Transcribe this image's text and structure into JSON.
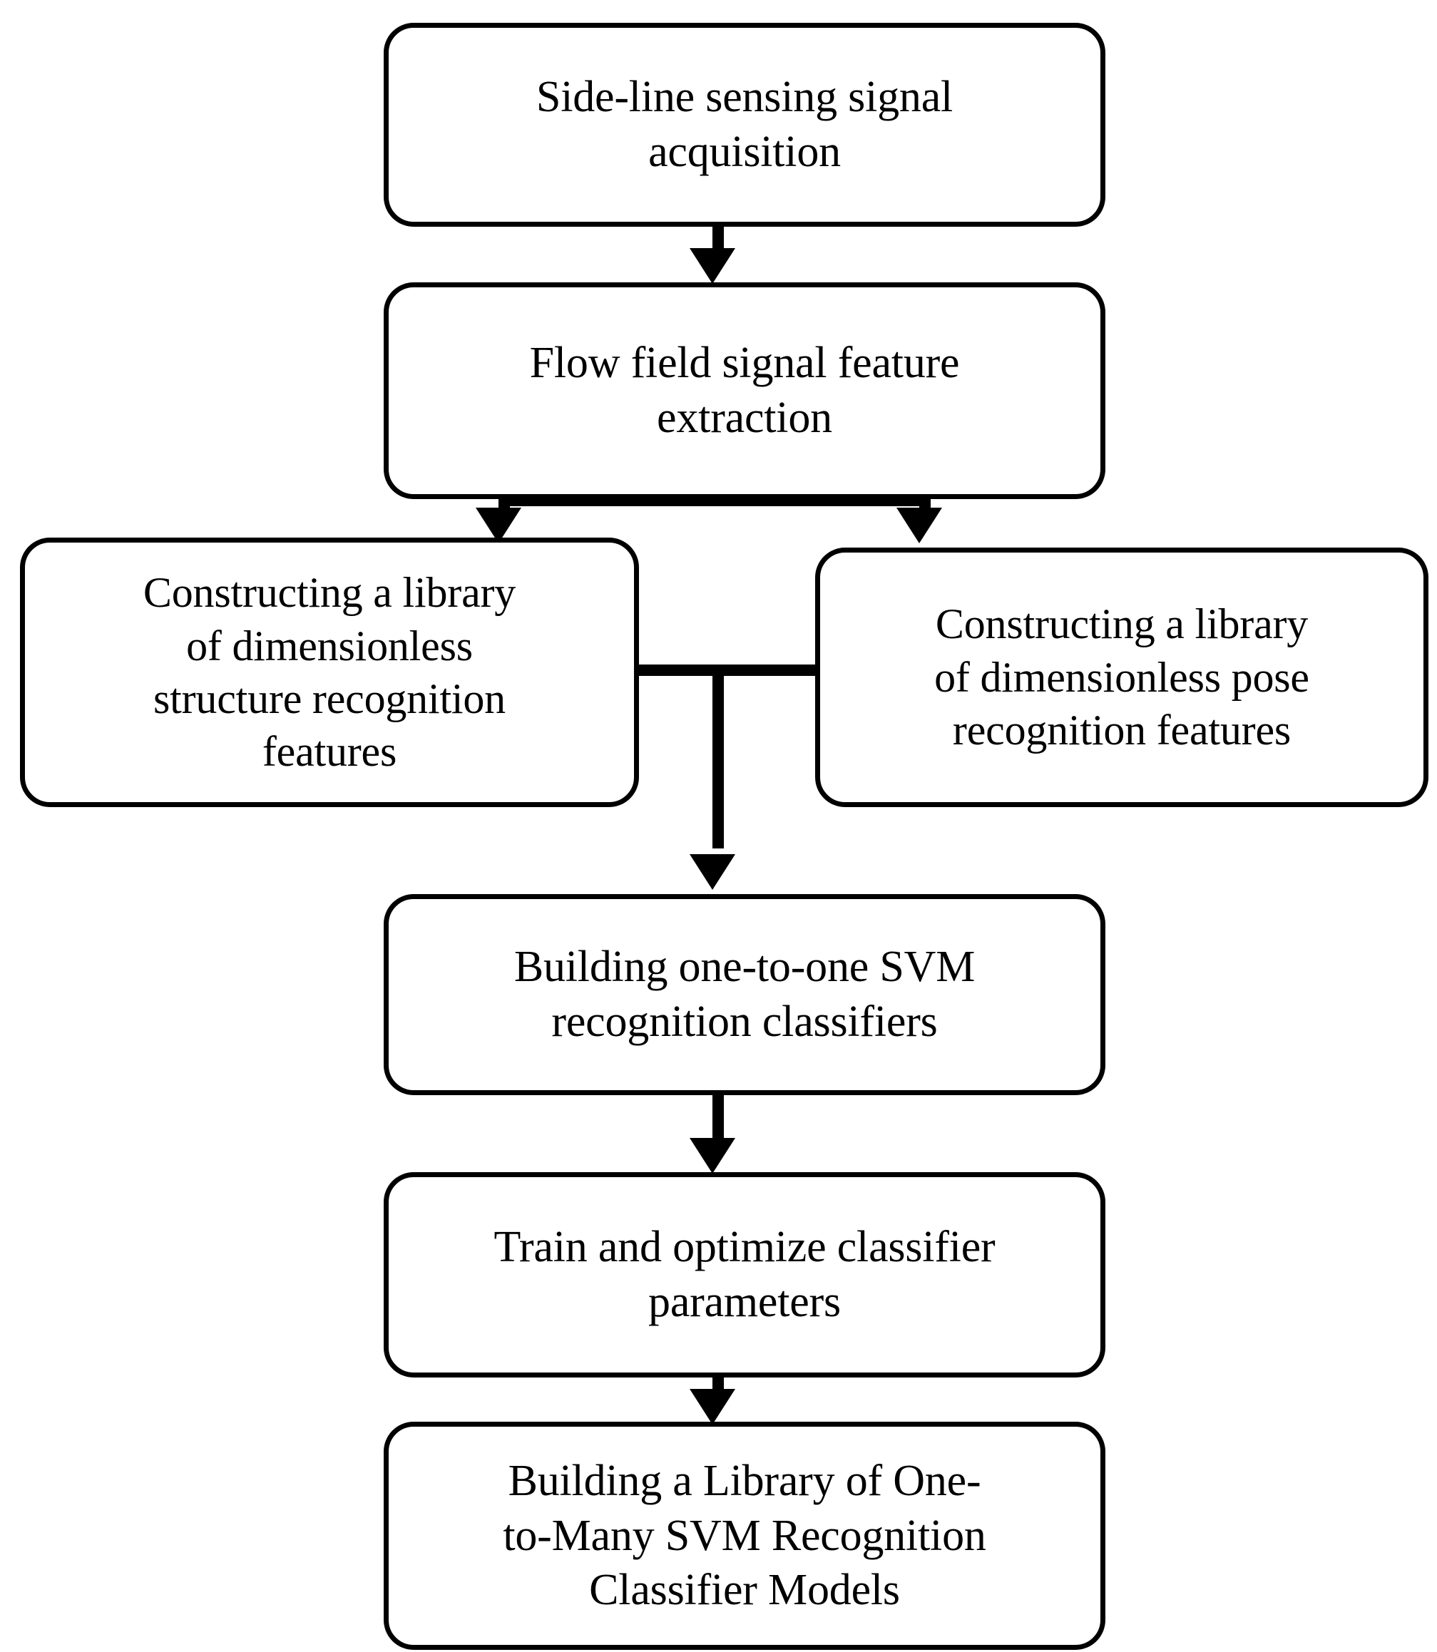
{
  "diagram": {
    "type": "flowchart",
    "orientation": "top-to-bottom",
    "background_color": "#ffffff",
    "stroke_color": "#000000",
    "text_color": "#000000",
    "nodes": [
      {
        "id": "acquisition",
        "label": "Side-line sensing signal\nacquisition",
        "shape": "rounded-rectangle"
      },
      {
        "id": "extraction",
        "label": "Flow field signal feature\nextraction",
        "shape": "rounded-rectangle"
      },
      {
        "id": "struct_library",
        "label": "Constructing a library\nof dimensionless\nstructure recognition\nfeatures",
        "shape": "rounded-rectangle"
      },
      {
        "id": "pose_library",
        "label": "Constructing a library\nof dimensionless pose\nrecognition features",
        "shape": "rounded-rectangle"
      },
      {
        "id": "svm_build",
        "label": "Building one-to-one SVM\nrecognition classifiers",
        "shape": "rounded-rectangle"
      },
      {
        "id": "train",
        "label": "Train and optimize classifier\nparameters",
        "shape": "rounded-rectangle"
      },
      {
        "id": "one_to_many",
        "label": "Building a Library of One-\nto-Many SVM Recognition\nClassifier Models",
        "shape": "rounded-rectangle"
      }
    ],
    "edges": [
      {
        "from": "acquisition",
        "to": "extraction",
        "style": "arrow-down"
      },
      {
        "from": "extraction",
        "to": "struct_library",
        "style": "split-arrow-down-left"
      },
      {
        "from": "extraction",
        "to": "pose_library",
        "style": "split-arrow-down-right"
      },
      {
        "from": "struct_library",
        "to": "svm_build",
        "style": "merge-arrow-down"
      },
      {
        "from": "pose_library",
        "to": "svm_build",
        "style": "merge-arrow-down"
      },
      {
        "from": "svm_build",
        "to": "train",
        "style": "arrow-down"
      },
      {
        "from": "train",
        "to": "one_to_many",
        "style": "arrow-down"
      }
    ]
  }
}
